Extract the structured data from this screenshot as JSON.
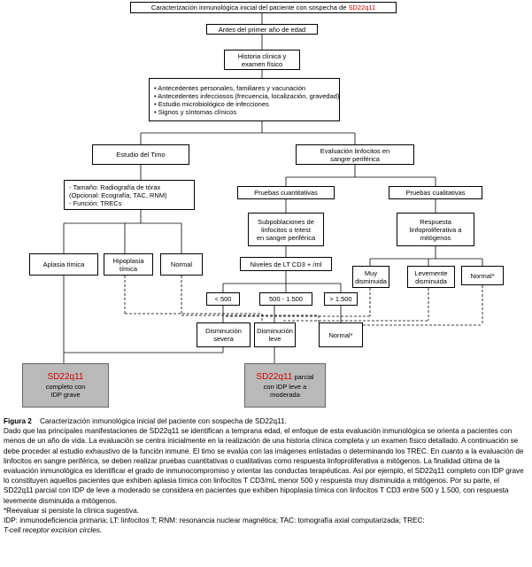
{
  "diagram": {
    "top": {
      "pre": "Caracterización inmunológica inicial del paciente con sospecha de ",
      "red": "SD22q11"
    },
    "before_year": "Antes del primer año de edad",
    "history": [
      "Historia clínica y",
      "examen físico"
    ],
    "antecedents": [
      "• Antecedentes personales, familiares y vacunación",
      "• Antecedentes infecciosos (frecuencia, localización, gravedad)",
      "• Estudio microbiológico de infecciones",
      "• Signos y síntomas  clínicos"
    ],
    "thymus": "Estudio del Timo",
    "lymph_eval": [
      "Evaluación linfocitos en",
      "sangre periférica"
    ],
    "thymus_tests": [
      "- Tamaño: Radiografía de tórax",
      "(Opcional: Ecografía, TAC, RNM)",
      "- Función: TRECs"
    ],
    "quant": "Pruebas cuantitativas",
    "qual": "Pruebas cualitativas",
    "subpop": [
      "Subpoblaciones de",
      "linfocitos o tritest",
      "en sangre periférica"
    ],
    "response": [
      "Respuesta",
      "linfoproliferativa a",
      "mitógenos"
    ],
    "levels": "Niveles de LT CD3 + /ml",
    "aplasia": "Aplasia tímica",
    "hypoplasia": [
      "Hipoplasia",
      "tímica"
    ],
    "normal_thymus": "Normal",
    "very_decreased": [
      "Muy",
      "disminuida"
    ],
    "slightly_decreased": [
      "Levemente",
      "disminuida"
    ],
    "normal_star_right": "Normal*",
    "lt500": "< 500",
    "range": "500 - 1.500",
    "gt1500": "> 1.500",
    "severe": [
      "Disminución",
      "severa"
    ],
    "mild": [
      "Disminución",
      "leve"
    ],
    "normal_star_mid": "Normal*",
    "complete": {
      "red": "SD22q11",
      "lines": [
        "completo con",
        "IDP grave"
      ]
    },
    "partial": {
      "red": "SD22q11",
      "first_suffix": " parcial",
      "lines": [
        "con IDP leve a",
        "moderada"
      ]
    }
  },
  "caption": {
    "figure_label": "Figura 2",
    "figure_title": "Caracterización inmunológica inicial del paciente con sospecha de SD22q11.",
    "body": "Dado que las principales manifestaciones de SD22q11 se identifican a temprana edad, el enfoque de esta evaluación inmunológica se orienta a pacientes con menos de un año de vida. La evaluación se centra inicialmente en la realización de una historia clínica completa y un examen físico detallado. A continuación se debe proceder al estudio exhaustivo de la función inmune. El timo se evalúa con las imágenes enlistadas o determinando los TREC. En cuanto a la evaluación de linfocitos en sangre periférica, se deben realizar pruebas cuantitativas o cualitativas como respuesta linfoproliferativa a mitógenos. La finalidad última de la evaluación inmunológica es identificar el grado de inmunocompromiso y orientar las conductas terapéuticas. Así por ejemplo, el SD22q11 completo con IDP grave lo constituyen aquellos pacientes que exhiben aplasia tímica con linfocitos T CD3/mL menor 500 y respuesta muy disminuida a mitógenos. Por su parte, el SD22q11 parcial con IDP de leve a moderado se considera en pacientes que exhiben hipoplasia tímica con linfocitos T CD3 entre 500 y 1.500, con respuesta levemente disminuida a mitógenos.",
    "footnote": "*Reevaluar si persiste la clínica sugestiva.",
    "abbreviations": "IDP: inmunodeficiencia primaria; LT: linfocitos T; RNM: resonancia nuclear magnética; TAC: tomografía axial computarizada; TREC:",
    "trec_expansion": "T-cell receptor excision circles."
  }
}
